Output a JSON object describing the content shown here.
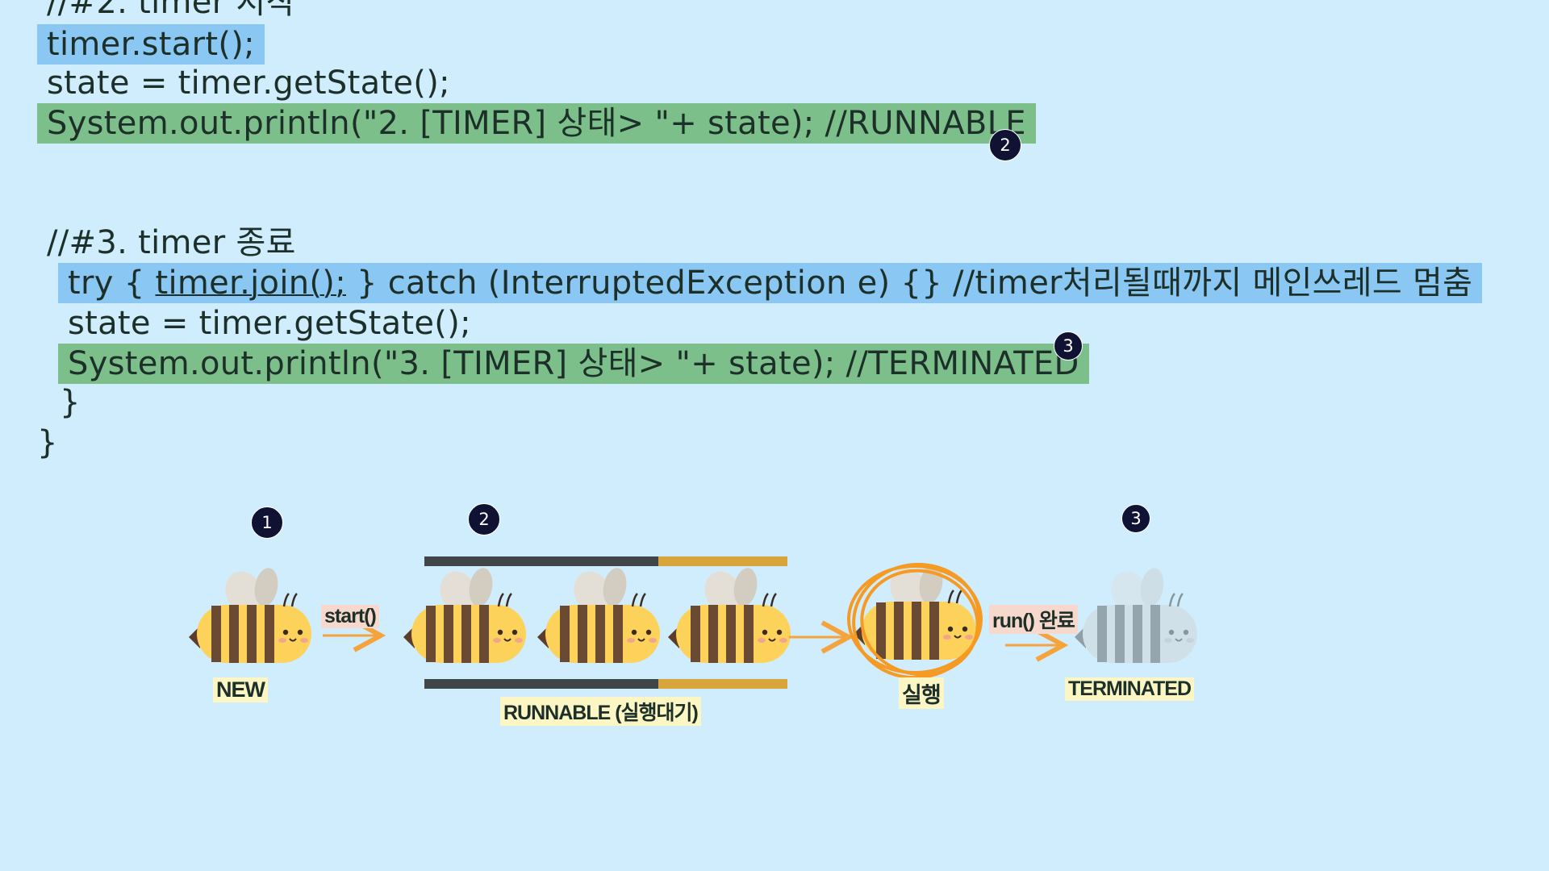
{
  "code": {
    "line_comment2": "//#2. timer 시작",
    "line_start": "timer.start();",
    "line_state1": "state = timer.getState();",
    "line_print2": "System.out.println(\"2. [TIMER] 상태> \"+ state); //RUNNABLE",
    "line_comment3": "//#3. timer 종료",
    "line_try_prefix": "try { ",
    "line_try_join": "timer.join();",
    "line_try_suffix": " } catch (InterruptedException e) {} //timer처리될때까지 메인쓰레드 멈춤",
    "line_state2": "state = timer.getState();",
    "line_print3": "System.out.println(\"3. [TIMER] 상태> \"+ state); //TERMINATED",
    "brace_inner": "}",
    "brace_outer": "}"
  },
  "badges": {
    "code2": "2",
    "code3": "3",
    "diag1": "1",
    "diag2": "2",
    "diag3": "3"
  },
  "diagram": {
    "new_label": "NEW",
    "start_label": "start()",
    "runnable_label": "RUNNABLE (실행대기)",
    "running_label": "실행",
    "run_done_label": "run() 완료",
    "terminated_label": "TERMINATED"
  },
  "colors": {
    "background": "#d0edfd",
    "highlight_blue": "#8ac7f3",
    "highlight_green": "#7dbf8a",
    "badge": "#0f1233",
    "arrow": "#f5a33d",
    "bee_body": "#fcd25a",
    "bee_stripe": "#6b4a33",
    "queue_dark": "#404548",
    "queue_gold": "#d9a53b"
  },
  "icons": [
    "bee-icon",
    "arrow-right-icon",
    "scribble-circle-icon"
  ]
}
